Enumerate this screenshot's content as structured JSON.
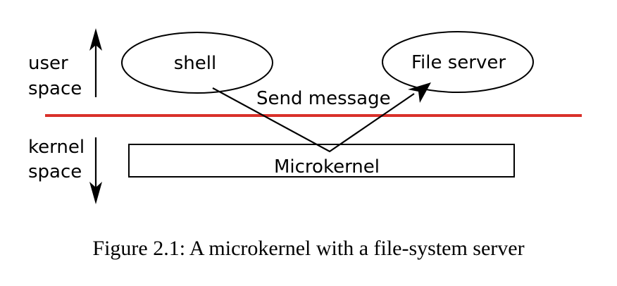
{
  "labels": {
    "user_space_line1": "user",
    "user_space_line2": "space",
    "kernel_space_line1": "kernel",
    "kernel_space_line2": "space",
    "shell": "shell",
    "file_server": "File server",
    "send_message": "Send message",
    "microkernel": "Microkernel"
  },
  "caption": "Figure 2.1: A microkernel with a file-system server",
  "colors": {
    "boundary_line": "#d9302a",
    "stroke": "#000000"
  }
}
